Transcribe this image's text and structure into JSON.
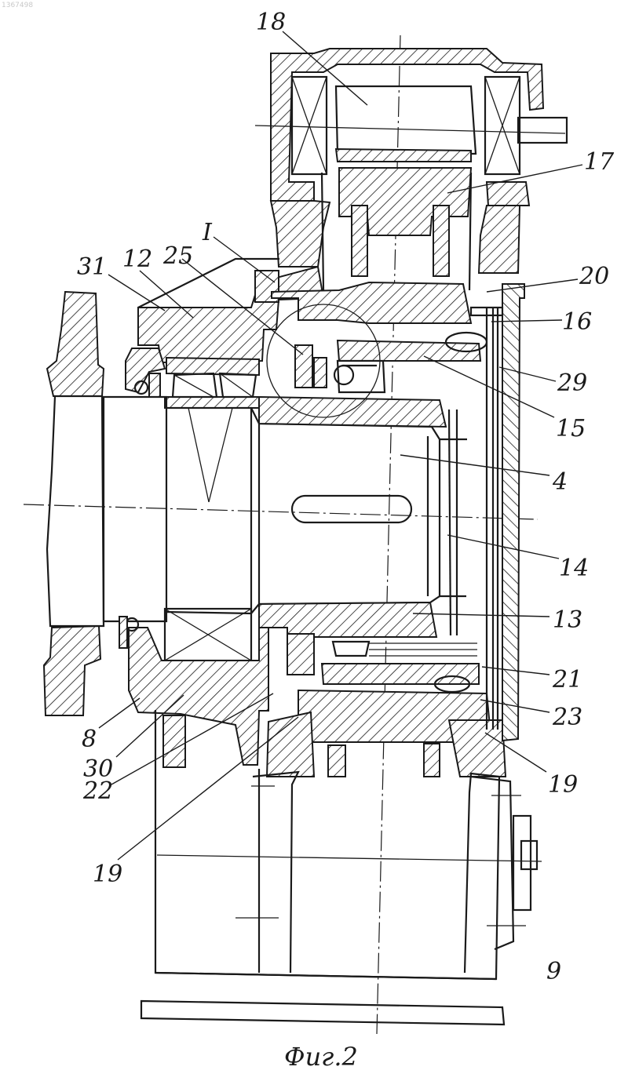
{
  "watermark": "1367498",
  "figure_caption": "Фиг.2",
  "callouts": [
    {
      "id": "18",
      "text": "18"
    },
    {
      "id": "17",
      "text": "17"
    },
    {
      "id": "I",
      "text": "I"
    },
    {
      "id": "31",
      "text": "31"
    },
    {
      "id": "12",
      "text": "12"
    },
    {
      "id": "25",
      "text": "25"
    },
    {
      "id": "20",
      "text": "20"
    },
    {
      "id": "16",
      "text": "16"
    },
    {
      "id": "29",
      "text": "29"
    },
    {
      "id": "15",
      "text": "15"
    },
    {
      "id": "4",
      "text": "4"
    },
    {
      "id": "14",
      "text": "14"
    },
    {
      "id": "13",
      "text": "13"
    },
    {
      "id": "21",
      "text": "21"
    },
    {
      "id": "23",
      "text": "23"
    },
    {
      "id": "19a",
      "text": "19"
    },
    {
      "id": "8",
      "text": "8"
    },
    {
      "id": "30",
      "text": "30"
    },
    {
      "id": "22",
      "text": "22"
    },
    {
      "id": "19b",
      "text": "19"
    },
    {
      "id": "9",
      "text": "9"
    }
  ],
  "colors": {
    "ink": "#1a1a1a",
    "paper": "#ffffff"
  }
}
